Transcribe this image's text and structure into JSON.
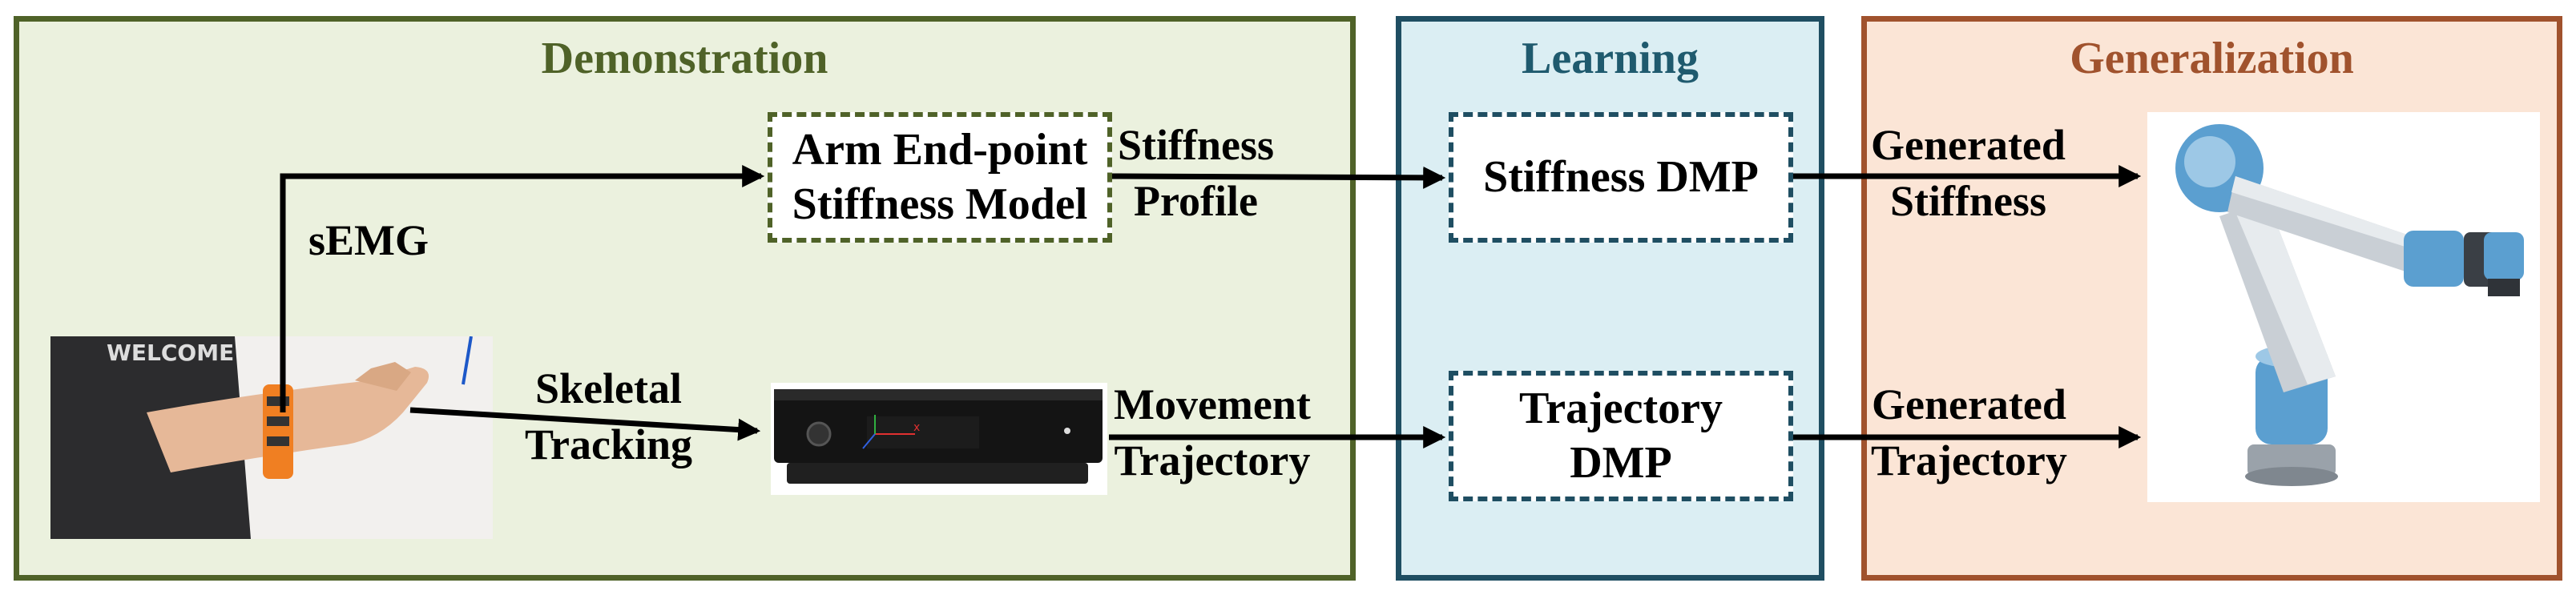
{
  "panels": {
    "demonstration": {
      "title": "Demonstration",
      "color": "#4f6228",
      "fill": "#ebf1de"
    },
    "learning": {
      "title": "Learning",
      "color": "#1f4e62",
      "fill": "#dbeef3"
    },
    "generalization": {
      "title": "Generalization",
      "color": "#a0522d",
      "fill": "#fbe5d6"
    }
  },
  "boxes": {
    "arm_model": {
      "line1": "Arm End-point",
      "line2": "Stiffness Model"
    },
    "stiffness_dmp": {
      "line1": "Stiffness DMP"
    },
    "trajectory_dmp": {
      "line1": "Trajectory",
      "line2": "DMP"
    }
  },
  "labels": {
    "semg": "sEMG",
    "skeletal": {
      "line1": "Skeletal",
      "line2": "Tracking"
    },
    "stiffness_profile": {
      "line1": "Stiffness",
      "line2": "Profile"
    },
    "movement_trajectory": {
      "line1": "Movement",
      "line2": "Trajectory"
    },
    "generated_stiffness": {
      "line1": "Generated",
      "line2": "Stiffness"
    },
    "generated_trajectory": {
      "line1": "Generated",
      "line2": "Trajectory"
    }
  },
  "images": {
    "arm_photo": "human-arm-with-semg-armband",
    "kinect": "kinect-depth-sensor",
    "robot": "ur-robot-arm"
  }
}
